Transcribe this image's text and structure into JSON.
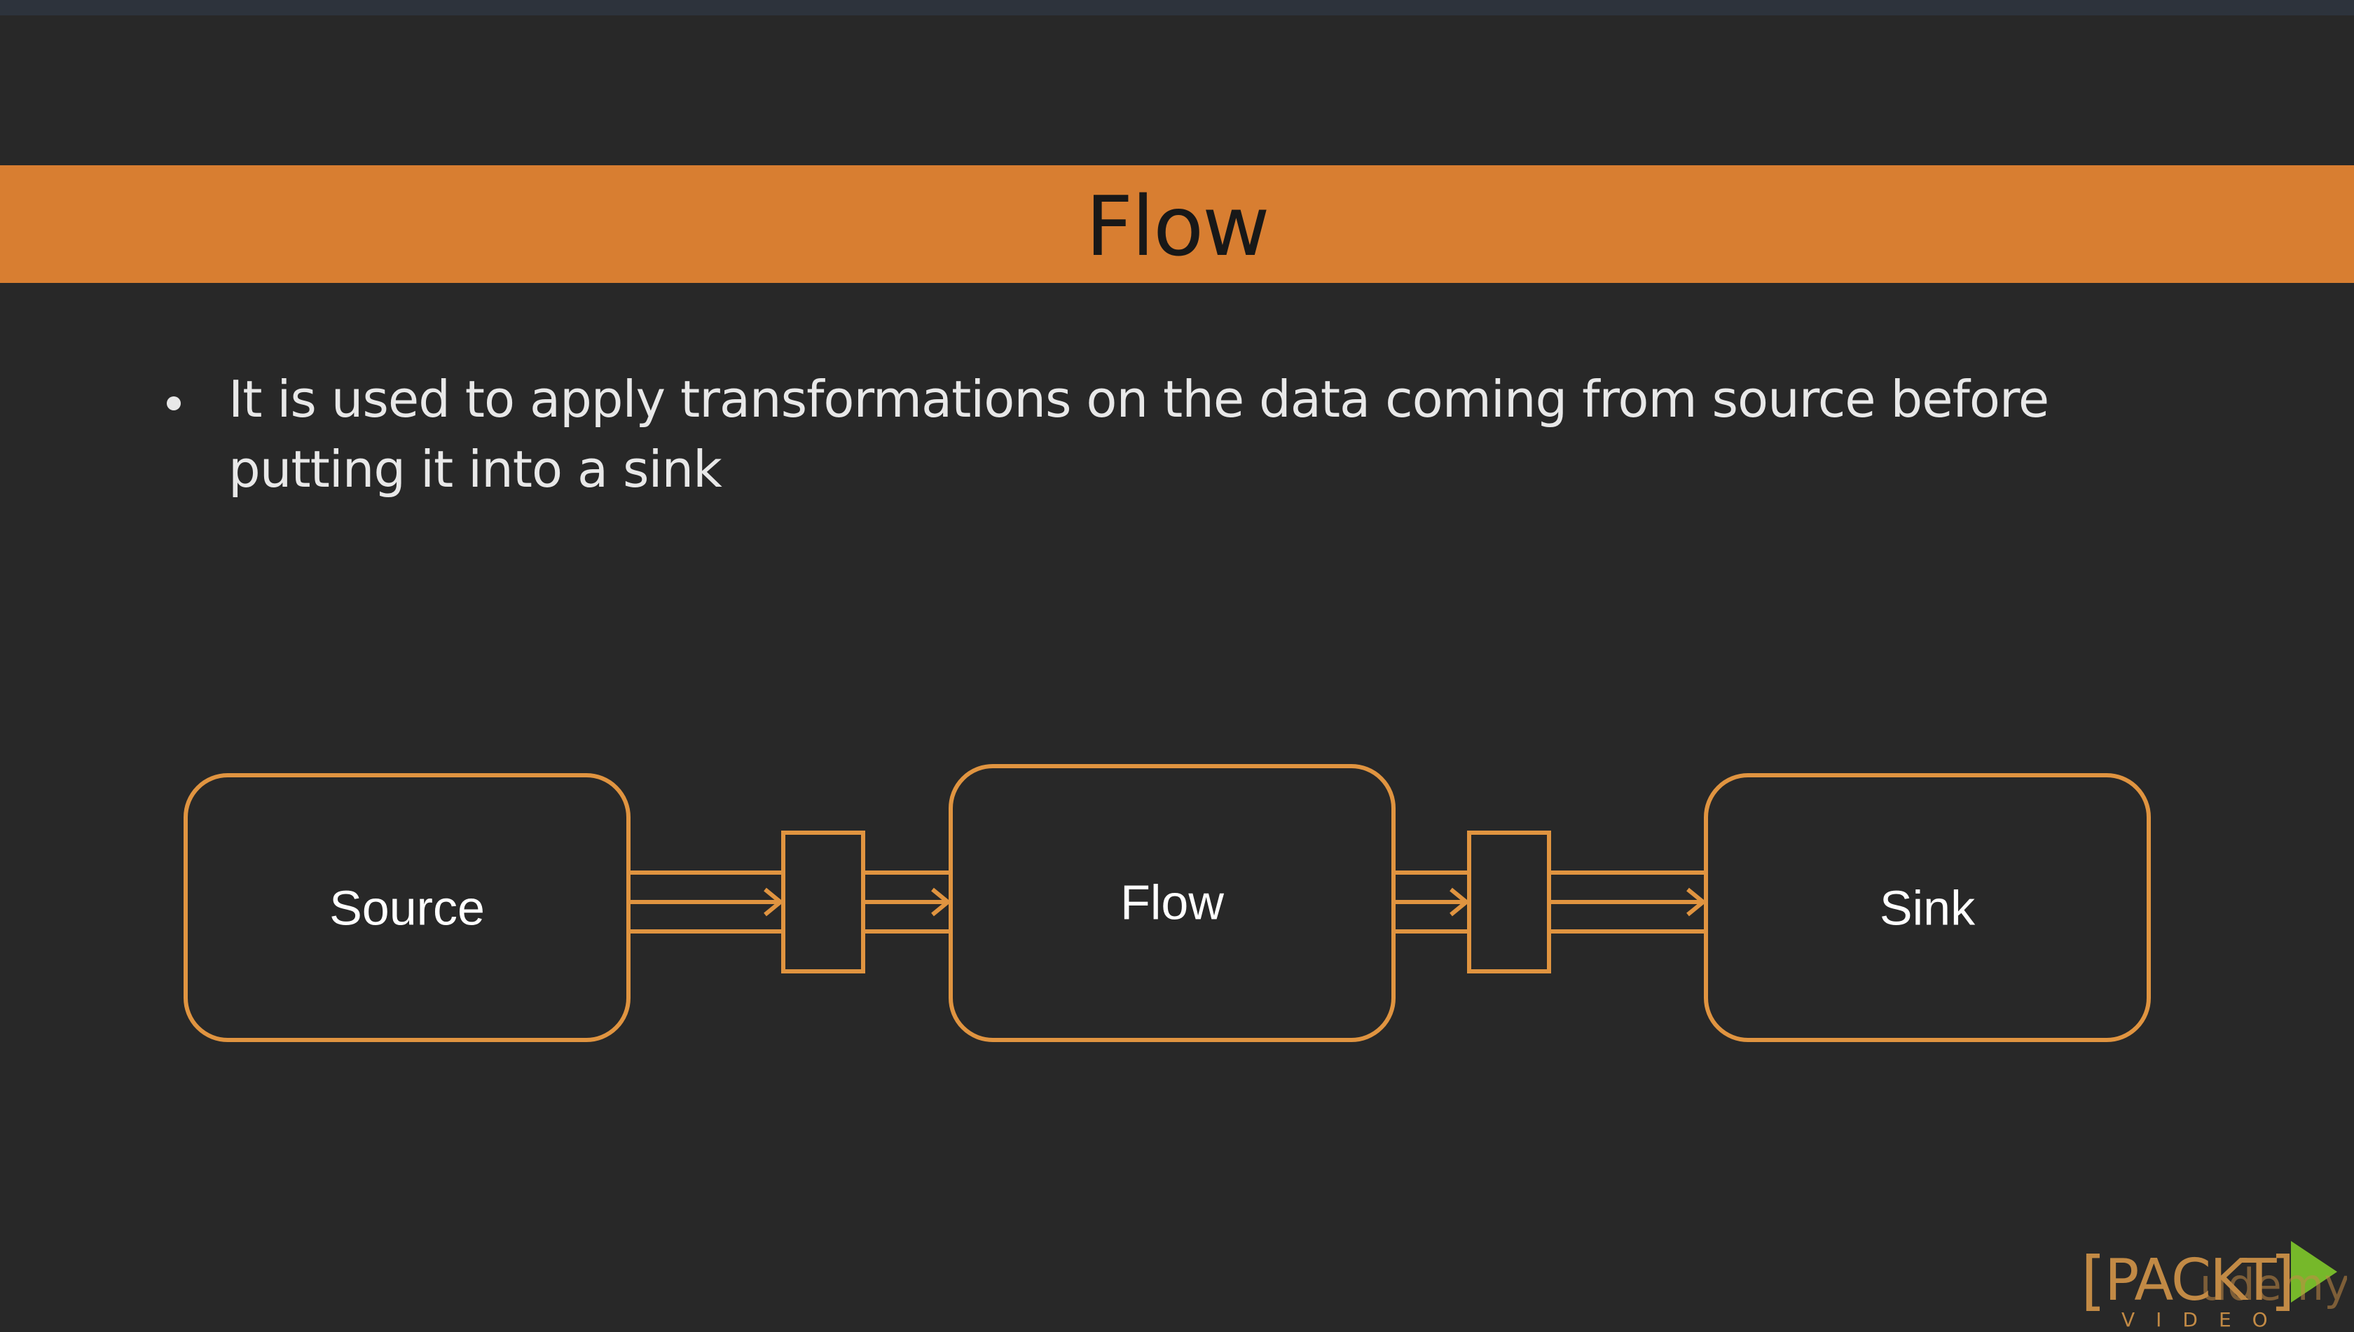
{
  "slide": {
    "title": "Flow",
    "bullet": "It is used to apply transformations on the data coming from source before putting it into a sink"
  },
  "diagram": {
    "nodes": [
      {
        "id": "source",
        "label": "Source"
      },
      {
        "id": "flow",
        "label": "Flow"
      },
      {
        "id": "sink",
        "label": "Sink"
      }
    ],
    "edges": [
      {
        "from": "source",
        "to": "flow",
        "via": "channel"
      },
      {
        "from": "flow",
        "to": "sink",
        "via": "channel"
      }
    ]
  },
  "colors": {
    "background": "#282828",
    "accent": "#d87e31",
    "title_text": "#181818",
    "body_text": "#e8e8e8",
    "node_stroke": "#e09440",
    "play_triangle": "#76b82a"
  },
  "branding": {
    "logo": "PACKT",
    "logo_sub": "VIDEO",
    "watermark": "udemy"
  }
}
